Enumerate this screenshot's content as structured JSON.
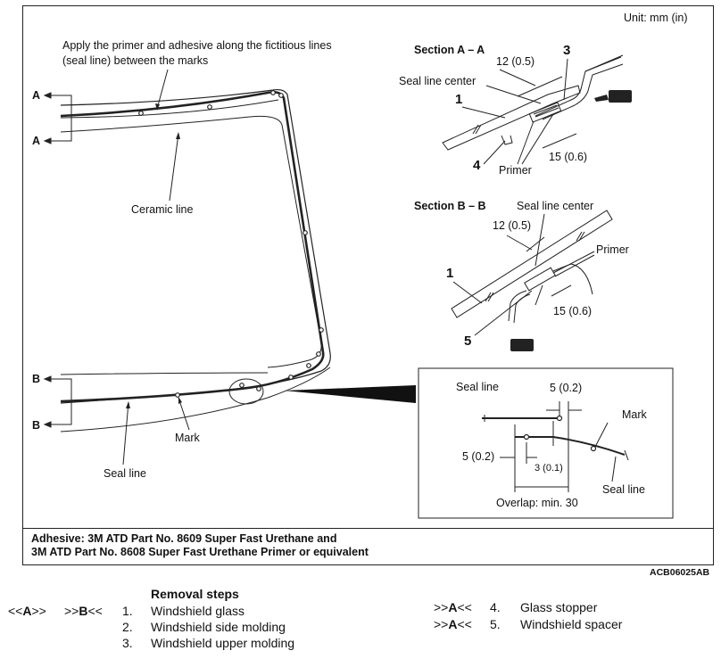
{
  "figure": {
    "unit_label": "Unit: mm (in)",
    "instruction_line1": "Apply the primer and adhesive along the fictitious lines",
    "instruction_line2": "(seal line) between the marks",
    "ceramic_line": "Ceramic line",
    "seal_line": "Seal line",
    "mark": "Mark",
    "section_a_marker": "A",
    "section_b_marker": "B",
    "section_a": {
      "title": "Section A – A",
      "dim_12": "12 (0.5)",
      "seal_line_center": "Seal line center",
      "dim_15": "15 (0.6)",
      "primer": "Primer",
      "callout_1": "1",
      "callout_3": "3",
      "callout_4": "4"
    },
    "section_b": {
      "title": "Section B – B",
      "seal_line_center": "Seal line center",
      "dim_12": "12 (0.5)",
      "primer": "Primer",
      "dim_15": "15 (0.6)",
      "callout_1": "1",
      "callout_5": "5"
    },
    "detail": {
      "seal_line_top": "Seal line",
      "dim_5_top": "5 (0.2)",
      "mark": "Mark",
      "dim_5_left": "5 (0.2)",
      "dim_3": "3 (0.1)",
      "seal_line_bottom": "Seal line",
      "overlap": "Overlap: min. 30"
    },
    "note_line1": "Adhesive: 3M ATD Part No. 8609 Super Fast Urethane and",
    "note_line2": "3M ATD Part No. 8608 Super Fast Urethane Primer or equivalent",
    "ref_code": "ACB06025AB"
  },
  "removal": {
    "title": "Removal steps",
    "left_tags": {
      "t1_pre": "<<",
      "t1_letter": "A",
      "t1_post": ">>",
      "t2_pre": ">>",
      "t2_letter": "B",
      "t2_post": "<<"
    },
    "steps_left": [
      {
        "num": "1.",
        "label": "Windshield glass"
      },
      {
        "num": "2.",
        "label": "Windshield side molding"
      },
      {
        "num": "3.",
        "label": "Windshield upper molding"
      }
    ],
    "steps_right": [
      {
        "tag_pre": ">>",
        "tag_letter": "A",
        "tag_post": "<<",
        "num": "4.",
        "label": "Glass stopper"
      },
      {
        "tag_pre": ">>",
        "tag_letter": "A",
        "tag_post": "<<",
        "num": "5.",
        "label": "Windshield spacer"
      }
    ]
  }
}
